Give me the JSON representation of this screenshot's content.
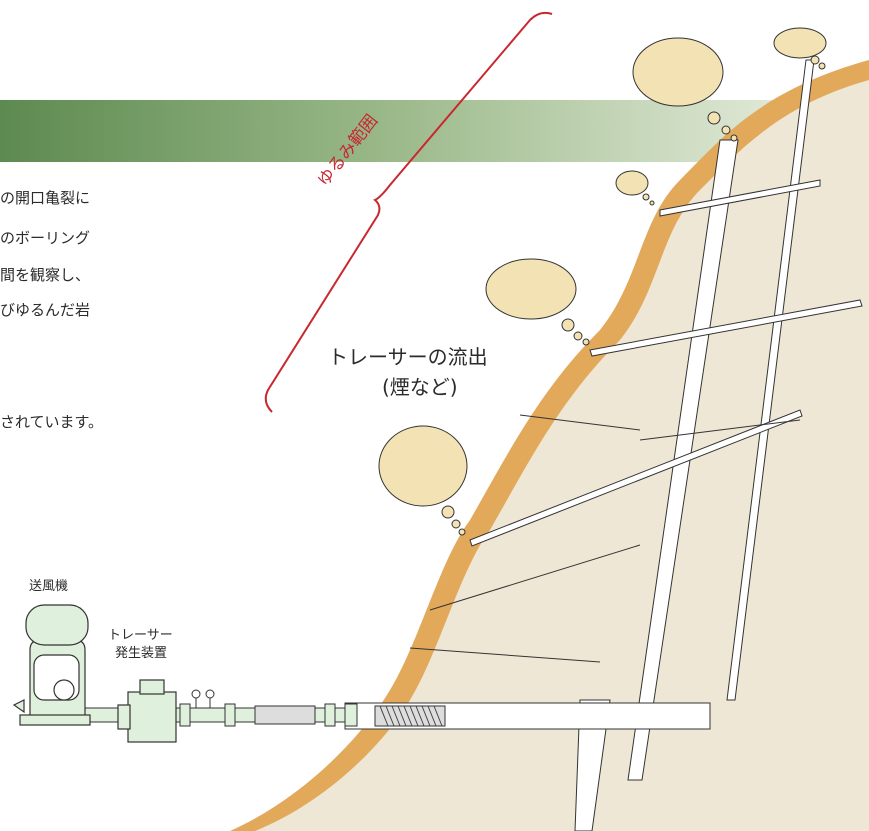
{
  "body_text_lines": [
    "の開口亀裂に",
    "のボーリング",
    "間を観察し、",
    "びゆるんだ岩",
    "されています。"
  ],
  "labels": {
    "loose_range": "ゆるみ範囲",
    "tracer_outflow_line1": "トレーサーの流出",
    "tracer_outflow_line2": "(煙など)",
    "blower": "送風機",
    "tracer_generator_line1": "トレーサー",
    "tracer_generator_line2": "発生装置"
  },
  "colors": {
    "slope_band": "#e2a95a",
    "ground": "#efe7d5",
    "smoke": "#f3e3b4",
    "header_band_dark": "#5d8a50",
    "header_band_light": "#dde6cc",
    "loose_range_accent": "#c8282f",
    "equipment": "#dff0dc",
    "equipment_outline": "#3a3a3a"
  },
  "icons": [
    "smoke-cloud-icon",
    "blower-icon",
    "tracer-generator-icon",
    "gauge-icon"
  ]
}
